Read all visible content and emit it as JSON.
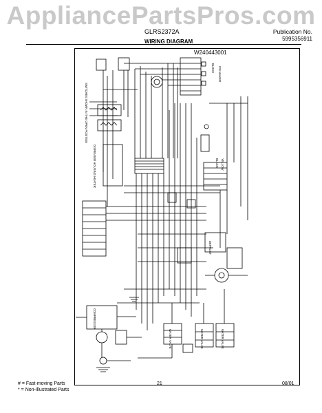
{
  "watermark": "AppliancePartsPros.com",
  "header": {
    "model": "GLRS2372A",
    "publication_label": "Publication No.",
    "publication_number": "5995356911",
    "title": "WIRING DIAGRAM",
    "diagram_number": "W240443001"
  },
  "footer": {
    "fast_moving": "#  = Fast-moving Parts",
    "non_illustrated": "*  = Non-Illustrated Parts",
    "page": "21",
    "date": "08/01"
  }
}
